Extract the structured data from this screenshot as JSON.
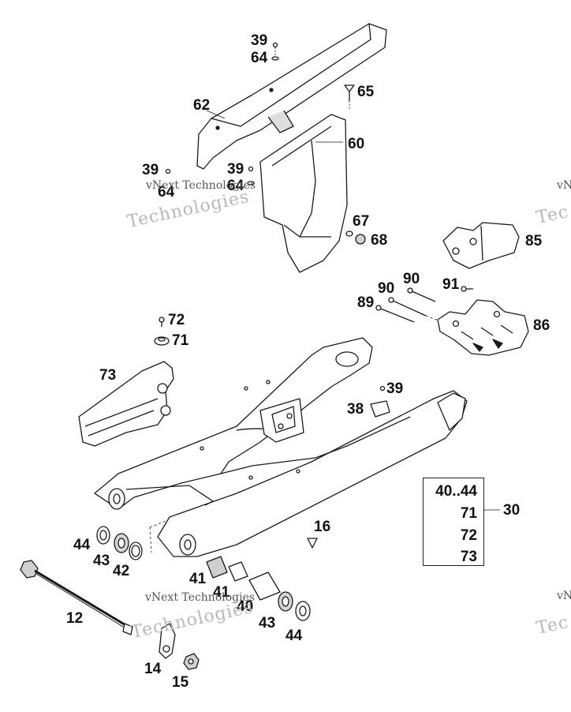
{
  "callouts": [
    {
      "id": "c39a",
      "text": "39"
    },
    {
      "id": "c64a",
      "text": "64"
    },
    {
      "id": "c65",
      "text": "65"
    },
    {
      "id": "c62",
      "text": "62"
    },
    {
      "id": "c60",
      "text": "60"
    },
    {
      "id": "c39b",
      "text": "39"
    },
    {
      "id": "c64b",
      "text": "64"
    },
    {
      "id": "c39c",
      "text": "39"
    },
    {
      "id": "c64c",
      "text": "64"
    },
    {
      "id": "c67",
      "text": "67"
    },
    {
      "id": "c68",
      "text": "68"
    },
    {
      "id": "c85",
      "text": "85"
    },
    {
      "id": "c90a",
      "text": "90"
    },
    {
      "id": "c90b",
      "text": "90"
    },
    {
      "id": "c91",
      "text": "91"
    },
    {
      "id": "c89",
      "text": "89"
    },
    {
      "id": "c86",
      "text": "86"
    },
    {
      "id": "c72",
      "text": "72"
    },
    {
      "id": "c71",
      "text": "71"
    },
    {
      "id": "c73",
      "text": "73"
    },
    {
      "id": "c39d",
      "text": "39"
    },
    {
      "id": "c38",
      "text": "38"
    },
    {
      "id": "c16",
      "text": "16"
    },
    {
      "id": "c44a",
      "text": "44"
    },
    {
      "id": "c43a",
      "text": "43"
    },
    {
      "id": "c42",
      "text": "42"
    },
    {
      "id": "c41a",
      "text": "41"
    },
    {
      "id": "c41b",
      "text": "41"
    },
    {
      "id": "c40",
      "text": "40"
    },
    {
      "id": "c43b",
      "text": "43"
    },
    {
      "id": "c44b",
      "text": "44"
    },
    {
      "id": "c12",
      "text": "12"
    },
    {
      "id": "c14",
      "text": "14"
    },
    {
      "id": "c15",
      "text": "15"
    }
  ],
  "kit": {
    "items": [
      "40..44",
      "71",
      "72",
      "73"
    ],
    "assembly": "30"
  },
  "watermarks": {
    "small": "vNext Technologies",
    "big": "Technologies",
    "edge_small": "vN",
    "edge_big": "Tec"
  }
}
